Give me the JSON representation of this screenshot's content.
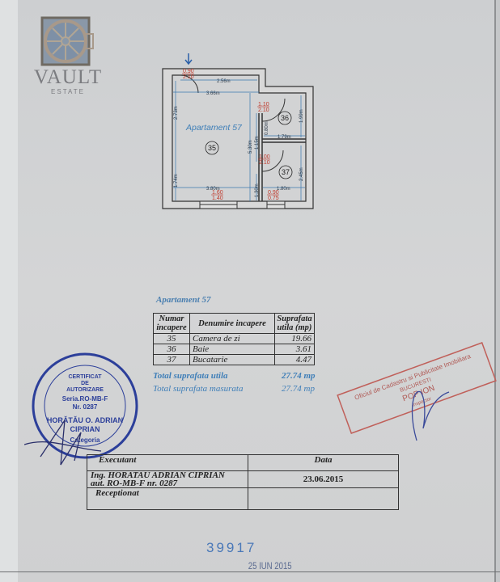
{
  "logo": {
    "brand": "VAULT",
    "sub": "ESTATE"
  },
  "plan": {
    "apartment_label": "Apartament 57",
    "rooms": [
      "35",
      "36",
      "37"
    ],
    "doors": [
      {
        "top": "0.90",
        "bottom": "2.10"
      },
      {
        "top": "1.10",
        "bottom": "2.10"
      },
      {
        "top": "1.00",
        "bottom": "2.10"
      }
    ],
    "windows": [
      {
        "top": "1.60",
        "bottom": "1.40"
      },
      {
        "top": "0.90",
        "bottom": "0.75"
      }
    ],
    "dimensions": {
      "d256": "2.56m",
      "d366": "3.66m",
      "d273": "2.73m",
      "d530": "5.30m",
      "d115": "1.15m",
      "d199": "1.99m",
      "d080": "0.80m",
      "d179": "1.79m",
      "d245": "2.45m",
      "d174": "1.74m",
      "d380": "3.80m",
      "d130": "1.30m",
      "d180": "1.80m"
    }
  },
  "summary": {
    "title": "Apartament 57",
    "headers": [
      "Numar incapere",
      "Denumire incapere",
      "Suprafata utila (mp)"
    ],
    "rows": [
      {
        "num": "35",
        "name": "Camera de zi",
        "area": "19.66"
      },
      {
        "num": "36",
        "name": "Baie",
        "area": "3.61"
      },
      {
        "num": "37",
        "name": "Bucatarie",
        "area": "4.47"
      }
    ],
    "total_useful_label": "Total suprafata utila",
    "total_useful_value": "27.74 mp",
    "total_measured_label": "Total suprafata masurata",
    "total_measured_value": "27.74 mp"
  },
  "stamp_blue": {
    "line1": "CERTIFICAT",
    "line2": "DE",
    "line3": "AUTORIZARE",
    "series": "Seria.RO-MB-F",
    "nr": "Nr. 0287",
    "name1": "HORĂTĂU O. ADRIAN",
    "name2": "CIPRIAN",
    "category": "Categoria"
  },
  "stamp_red": {
    "line1": "Oficiul de Cadastru si Publicitate Imobiliara",
    "line2": "BUCURESTI",
    "line3": "POP ION",
    "line4": "Inspector"
  },
  "signoff": {
    "executant_label": "Executant",
    "executant_name": "Ing. HORATAU ADRIAN CIPRIAN",
    "executant_auth": "aut. RO-MB-F nr. 0287",
    "date_label": "Data",
    "date_value": "23.06.2015",
    "received_label": "Receptionat"
  },
  "registration": {
    "number": "39917",
    "date": "25 IUN 2015"
  },
  "colors": {
    "blue_text": "#3f7fb8",
    "red_marks": "#c0392b",
    "stamp_blue": "#2c3f9a",
    "stamp_red": "#c0605a"
  }
}
